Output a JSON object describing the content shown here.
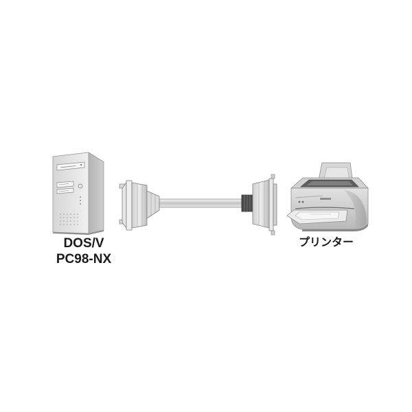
{
  "pc": {
    "line1": "DOS/V",
    "line2": "PC98-NX",
    "icon": "desktop-tower-pc-icon"
  },
  "printer": {
    "label": "プリンター",
    "icon": "inkjet-printer-icon"
  },
  "cable": {
    "icon": "parallel-printer-cable-icon"
  }
}
